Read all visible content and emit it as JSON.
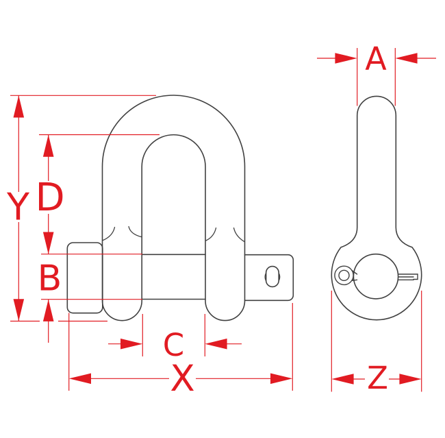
{
  "drawing": {
    "background": "#ffffff",
    "outline_color": "#404040",
    "dimension_color": "#e11b22"
  },
  "dimensions": {
    "A": "A",
    "B": "B",
    "C": "C",
    "D": "D",
    "X": "X",
    "Y": "Y",
    "Z": "Z"
  }
}
